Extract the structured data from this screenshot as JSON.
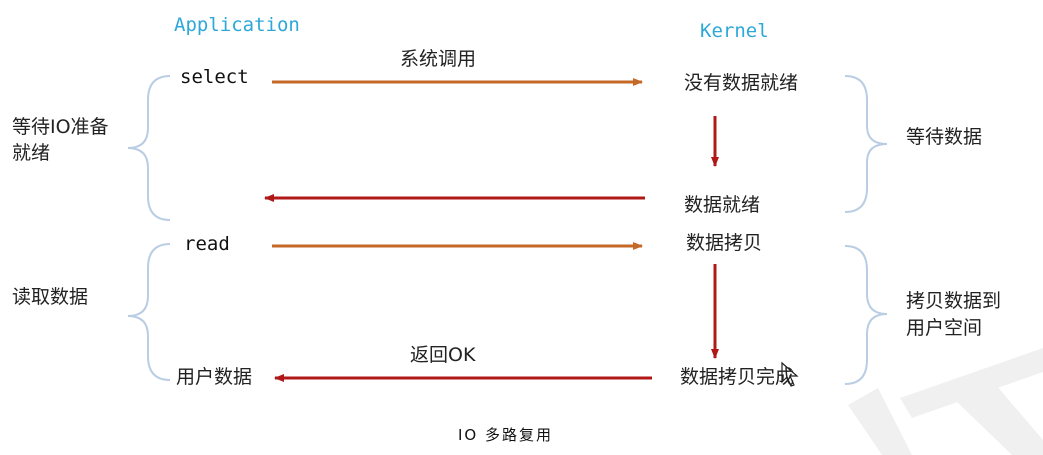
{
  "headers": {
    "application": "Application",
    "kernel": "Kernel"
  },
  "app_calls": {
    "select": "select",
    "read": "read",
    "user_data": "用户数据"
  },
  "kernel_states": {
    "no_data_ready": "没有数据就绪",
    "data_ready": "数据就绪",
    "data_copy": "数据拷贝",
    "copy_done": "数据拷贝完成"
  },
  "arrow_labels": {
    "syscall": "系统调用",
    "return_ok": "返回OK"
  },
  "left_phases": {
    "wait_io_line1": "等待IO准备",
    "wait_io_line2": "就绪",
    "read_data": "读取数据"
  },
  "right_phases": {
    "wait_data": "等待数据",
    "copy_line1": "拷贝数据到",
    "copy_line2": "用户空间"
  },
  "caption": "IO 多路复用",
  "colors": {
    "request_arrow": "#c46a28",
    "response_arrow": "#b01818",
    "heading": "#2ea8d8",
    "brace": "#b9cde3"
  }
}
